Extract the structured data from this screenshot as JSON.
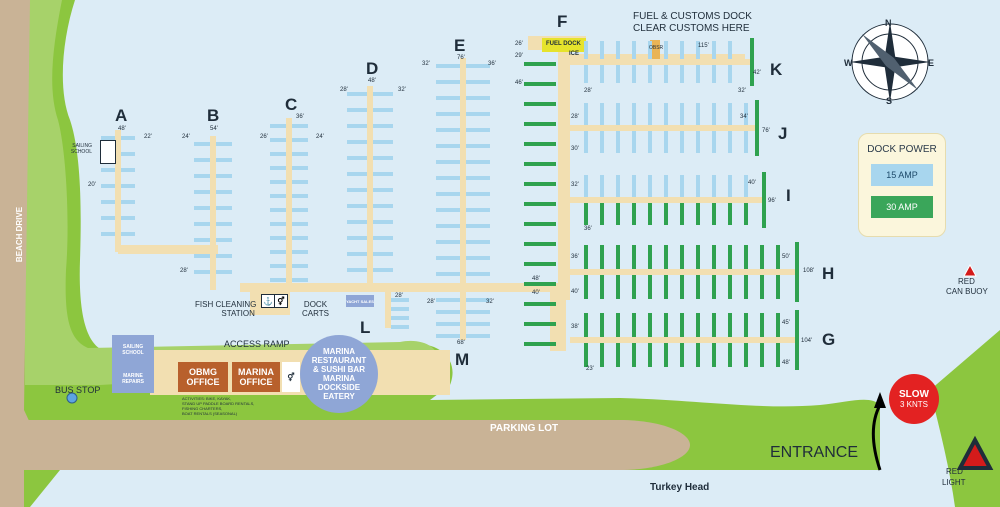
{
  "roads": {
    "beach_drive": "BEACH DRIVE",
    "parking_lot": "PARKING LOT",
    "turkey_head": "Turkey Head"
  },
  "docks": {
    "A": "A",
    "B": "B",
    "C": "C",
    "D": "D",
    "E": "E",
    "F": "F",
    "G": "G",
    "H": "H",
    "I": "I",
    "J": "J",
    "K": "K",
    "L": "L",
    "M": "M"
  },
  "fuel": {
    "note_line1": "FUEL & CUSTOMS DOCK",
    "note_line2": "CLEAR CUSTOMS HERE",
    "fuel_dock": "FUEL DOCK",
    "ice": "ICE",
    "obsr": "OBSR"
  },
  "buildings": {
    "sailing_school": "SAILING SCHOOL",
    "marine_repairs": "MARINE REPAIRS",
    "obmg_office": "OBMG OFFICE",
    "marina_office": "MARINA OFFICE",
    "restaurant_line1": "MARINA",
    "restaurant_line2": "RESTAURANT",
    "restaurant_line3": "& SUSHI BAR",
    "eatery_line1": "MARINA",
    "eatery_line2": "DOCKSIDE",
    "eatery_line3": "EATERY",
    "yacht_sales": "YACHT SALES",
    "activities": [
      "ACTIVITIES: BIKE, KAYAK,",
      "STAND UP PADDLE BOARD RENTALS,",
      "FISHING CHARTERS,",
      "BOAT RENTALS (SEASONAL)"
    ]
  },
  "labels": {
    "fish_cleaning_line1": "FISH CLEANING",
    "fish_cleaning_line2": "STATION",
    "dock_carts_line1": "DOCK",
    "dock_carts_line2": "CARTS",
    "access_ramp": "ACCESS RAMP",
    "bus_stop": "BUS STOP",
    "sailing_school_side": "SAILING SCHOOL",
    "entrance": "ENTRANCE"
  },
  "legend": {
    "title": "DOCK POWER",
    "amp15": "15 AMP",
    "amp30": "30 AMP"
  },
  "navigation": {
    "red_can_buoy_line1": "RED",
    "red_can_buoy_line2": "CAN BUOY",
    "red_light_line1": "RED",
    "red_light_line2": "LIGHT",
    "slow_line1": "SLOW",
    "slow_line2": "3 KNTS",
    "compass": [
      "N",
      "E",
      "S",
      "W"
    ]
  },
  "lengths": {
    "A": [
      "48'",
      "22'",
      "20'"
    ],
    "B": [
      "54'",
      "24'",
      "28'"
    ],
    "C": [
      "36'",
      "26'",
      "24'"
    ],
    "D": [
      "48'",
      "28'",
      "32'"
    ],
    "E": [
      "76'",
      "32'",
      "36'"
    ],
    "F": [
      "26'",
      "29'",
      "115'"
    ],
    "K": [
      "42'",
      "28'",
      "32'"
    ],
    "J": [
      "76'",
      "28'",
      "30'",
      "34'"
    ],
    "I": [
      "96'",
      "32'",
      "36'",
      "40'"
    ],
    "H": [
      "108'",
      "36'",
      "40'",
      "50'"
    ],
    "G": [
      "104'",
      "38'",
      "45'",
      "48'",
      "23'"
    ],
    "M": [
      "68'",
      "28'",
      "32'"
    ],
    "L": [
      "28'"
    ],
    "main_walk": [
      "48'",
      "40'",
      "46'"
    ]
  },
  "colors": {
    "water": "#dcecf6",
    "land": "#8cc63f",
    "road": "#c9b396",
    "dock": "#f2dfb1",
    "slip_15": "#a8d6ee",
    "slip_30": "#2fa24f",
    "building_blue": "#8fa6d6",
    "office_brown": "#b8602c",
    "red": "#e32222"
  }
}
